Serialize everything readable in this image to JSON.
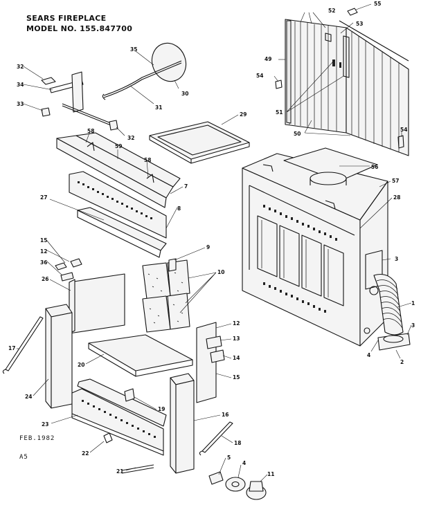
{
  "header": {
    "line1": "SEARS FIREPLACE",
    "line2": "MODEL NO. 155.847700"
  },
  "footer": {
    "date": "FEB.1982",
    "code": "A5"
  },
  "callouts": [
    {
      "id": "c55",
      "text": "55"
    },
    {
      "id": "c52",
      "text": "52"
    },
    {
      "id": "c53",
      "text": "53"
    },
    {
      "id": "c49",
      "text": "49"
    },
    {
      "id": "c54a",
      "text": "54"
    },
    {
      "id": "c51",
      "text": "51"
    },
    {
      "id": "c50",
      "text": "50"
    },
    {
      "id": "c54b",
      "text": "54"
    },
    {
      "id": "c56",
      "text": "56"
    },
    {
      "id": "c57",
      "text": "57"
    },
    {
      "id": "c28",
      "text": "28"
    },
    {
      "id": "c3a",
      "text": "3"
    },
    {
      "id": "c1",
      "text": "1"
    },
    {
      "id": "c3b",
      "text": "3"
    },
    {
      "id": "c2",
      "text": "2"
    },
    {
      "id": "c4a",
      "text": "4"
    },
    {
      "id": "c32a",
      "text": "32"
    },
    {
      "id": "c34",
      "text": "34"
    },
    {
      "id": "c33",
      "text": "33"
    },
    {
      "id": "c35",
      "text": "35"
    },
    {
      "id": "c30",
      "text": "30"
    },
    {
      "id": "c31",
      "text": "31"
    },
    {
      "id": "c32b",
      "text": "32"
    },
    {
      "id": "c29",
      "text": "29"
    },
    {
      "id": "c58",
      "text": "58"
    },
    {
      "id": "c59",
      "text": "59"
    },
    {
      "id": "c58b",
      "text": "58"
    },
    {
      "id": "c7",
      "text": "7"
    },
    {
      "id": "c27",
      "text": "27"
    },
    {
      "id": "c8",
      "text": "8"
    },
    {
      "id": "c15a",
      "text": "15"
    },
    {
      "id": "c12a",
      "text": "12"
    },
    {
      "id": "c36",
      "text": "36"
    },
    {
      "id": "c9",
      "text": "9"
    },
    {
      "id": "c10",
      "text": "10"
    },
    {
      "id": "c26",
      "text": "26"
    },
    {
      "id": "c12b",
      "text": "12"
    },
    {
      "id": "c13",
      "text": "13"
    },
    {
      "id": "c14",
      "text": "14"
    },
    {
      "id": "c15b",
      "text": "15"
    },
    {
      "id": "c17",
      "text": "17"
    },
    {
      "id": "c20",
      "text": "20"
    },
    {
      "id": "c24",
      "text": "24"
    },
    {
      "id": "c16",
      "text": "16"
    },
    {
      "id": "c19",
      "text": "19"
    },
    {
      "id": "c23",
      "text": "23"
    },
    {
      "id": "c18",
      "text": "18"
    },
    {
      "id": "c22",
      "text": "22"
    },
    {
      "id": "c5",
      "text": "5"
    },
    {
      "id": "c4b",
      "text": "4"
    },
    {
      "id": "c11",
      "text": "11"
    },
    {
      "id": "c21",
      "text": "21"
    }
  ]
}
